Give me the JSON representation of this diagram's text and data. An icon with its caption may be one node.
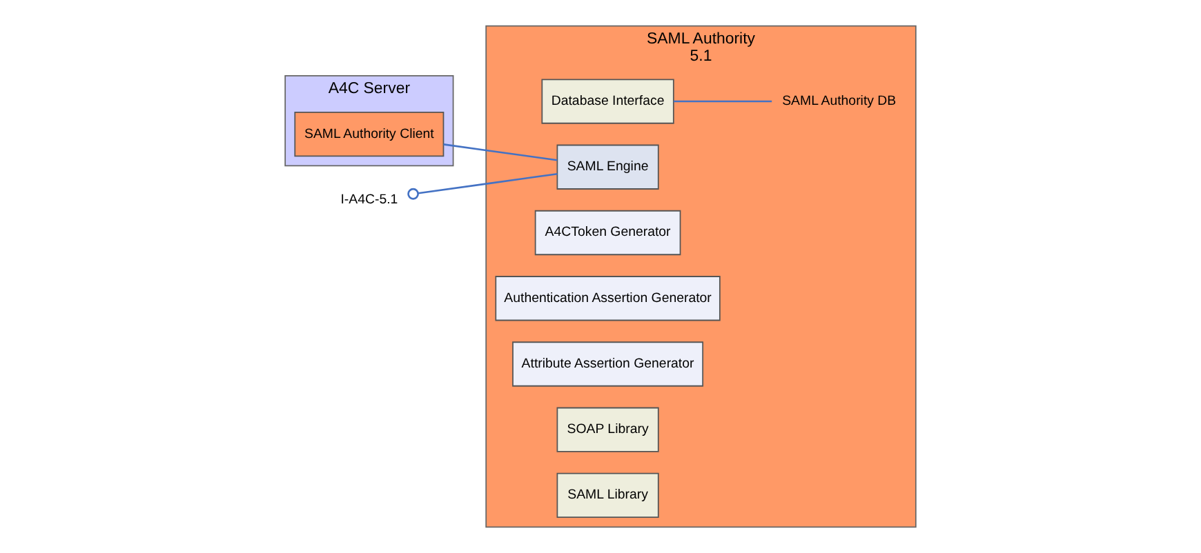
{
  "diagram": {
    "nodes": [
      {
        "text": [
          "A4C Server"
        ]
      },
      {
        "text": [
          "SAML Authority Client"
        ],
        "in": 0
      },
      {
        "text": [
          "SAML Authority",
          "5.1"
        ]
      },
      {
        "text": [
          "Database Interface"
        ],
        "in": 2
      },
      {
        "text": [
          "SAML Engine"
        ],
        "in": 2
      },
      {
        "text": [
          "A4CToken Generator"
        ],
        "in": 2
      },
      {
        "text": [
          "Authentication Assertion Generator"
        ],
        "in": 2
      },
      {
        "text": [
          "Attribute Assertion Generator"
        ],
        "in": 2
      },
      {
        "text": [
          "SOAP Library"
        ],
        "in": 2
      },
      {
        "text": [
          "SAML Library"
        ],
        "in": 2
      },
      {
        "text": [
          "SAML Authority DB"
        ],
        "in": 2
      },
      {
        "text": [
          "I-A4C-5.1"
        ]
      }
    ],
    "edges": [
      {
        "from": 1,
        "to": 4,
        "arrow": "none"
      },
      {
        "from": 11,
        "to": 4,
        "arrow": "other"
      },
      {
        "from": 3,
        "to": 10,
        "arrow": "none"
      }
    ]
  }
}
